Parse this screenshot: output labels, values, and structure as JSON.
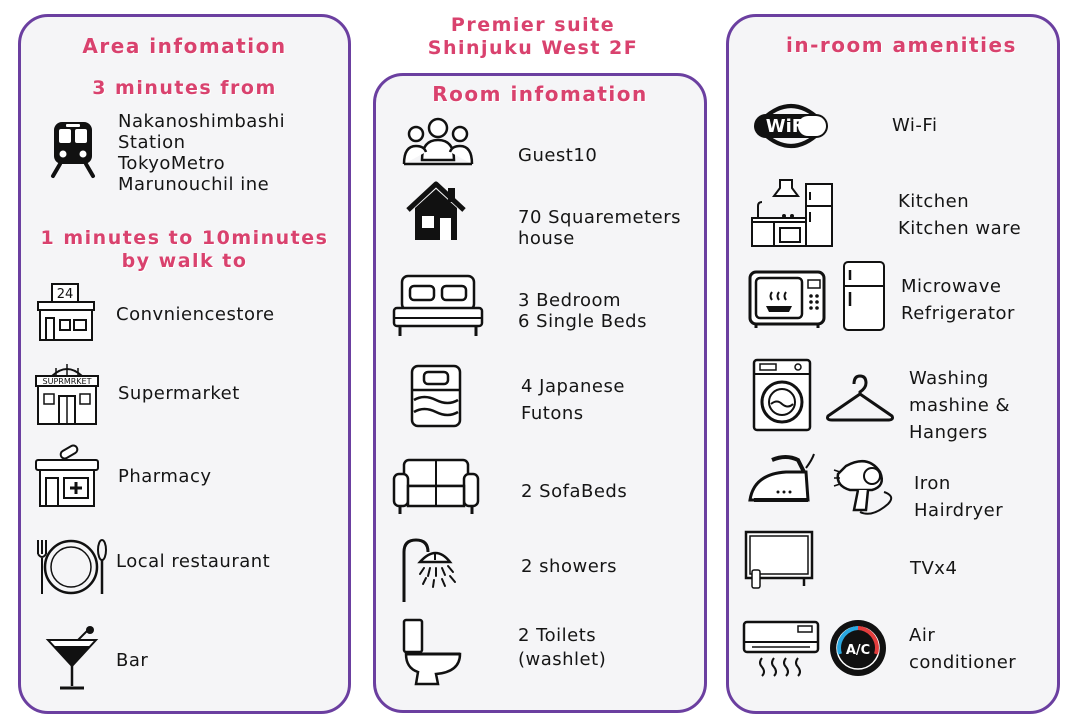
{
  "suite_title": {
    "line1": "Premier suite",
    "line2": "Shinjuku West 2F"
  },
  "area": {
    "heading": "Area infomation",
    "subheading": "3 minutes from",
    "station": "Nakanoshimbashi\nStation\nTokyoMetro\nMarunouchil ine",
    "walk_heading_1": "1 minutes to 10minutes",
    "walk_heading_2": "by walk to",
    "items": [
      {
        "label": "Convniencestore",
        "icon": "convenience-store-icon",
        "sign": "24"
      },
      {
        "label": "Supermarket",
        "icon": "supermarket-icon",
        "sign": "SUPRMRKET"
      },
      {
        "label": "Pharmacy",
        "icon": "pharmacy-icon"
      },
      {
        "label": "Local restaurant",
        "icon": "restaurant-icon"
      },
      {
        "label": "Bar",
        "icon": "cocktail-icon"
      }
    ]
  },
  "room": {
    "heading": "Room infomation",
    "items": [
      {
        "label": "Guest10",
        "icon": "guests-icon"
      },
      {
        "label": "70 Squaremeters\n house",
        "icon": "house-icon"
      },
      {
        "label": "3 Bedroom\n6 Single Beds",
        "icon": "bed-icon"
      },
      {
        "label": "4 Japanese\nFutons",
        "icon": "futon-icon"
      },
      {
        "label": "2 SofaBeds",
        "icon": "sofa-icon"
      },
      {
        "label": "2 showers",
        "icon": "shower-icon"
      },
      {
        "label": "2 Toilets\n(washlet)",
        "icon": "toilet-icon"
      }
    ]
  },
  "amenities": {
    "heading": "in-room amenities",
    "wifi_logo": "WiFi",
    "ac_badge": "A/C",
    "items": [
      {
        "label": "Wi-Fi",
        "icon": "wifi-icon"
      },
      {
        "label": "Kitchen\nKitchen ware",
        "icon": "kitchen-icon"
      },
      {
        "label": "Microwave\nRefrigerator",
        "icon": "microwave-icon"
      },
      {
        "label": "Washing\nmashine &\nHangers",
        "icon": "washing-machine-icon"
      },
      {
        "label": "Iron\nHairdryer",
        "icon": "iron-icon"
      },
      {
        "label": "TVx4",
        "icon": "tv-icon"
      },
      {
        "label": "Air\nconditioner",
        "icon": "air-conditioner-icon"
      }
    ]
  },
  "colors": {
    "accent_pink": "#d9426e",
    "border_purple": "#6b3fa0",
    "panel_bg": "#f5f5f7"
  }
}
